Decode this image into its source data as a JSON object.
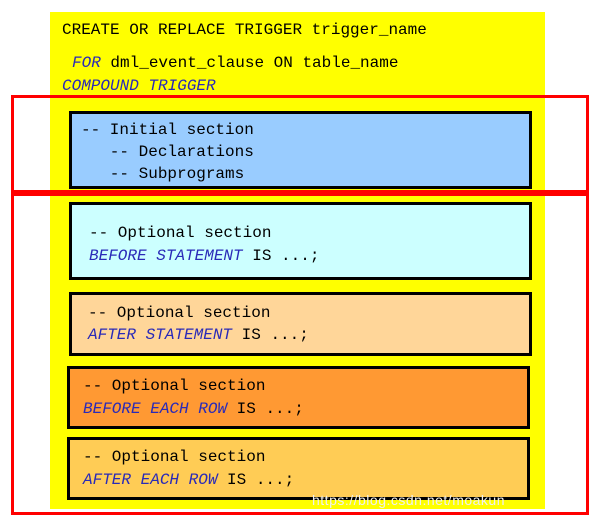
{
  "header": {
    "line1": "CREATE OR REPLACE TRIGGER trigger_name",
    "line2_keyword": "FOR",
    "line2_rest": " dml_event_clause ON table_name",
    "line3_keyword": "COMPOUND TRIGGER"
  },
  "sections": [
    {
      "id": "initial",
      "color": "#99ccff",
      "lines": [
        "-- Initial section",
        "   -- Declarations",
        "   -- Subprograms"
      ]
    },
    {
      "id": "before-statement",
      "color": "#ccffff",
      "comment": "-- Optional section",
      "keyword": "BEFORE STATEMENT",
      "rest": " IS ...;"
    },
    {
      "id": "after-statement",
      "color": "#ffd699",
      "comment": "-- Optional section",
      "keyword": "AFTER STATEMENT",
      "rest": " IS ...;"
    },
    {
      "id": "before-each-row",
      "color": "#ff9933",
      "comment": "-- Optional section",
      "keyword": "BEFORE EACH ROW",
      "rest": " IS ...;"
    },
    {
      "id": "after-each-row",
      "color": "#ffcc55",
      "comment": "-- Optional section",
      "keyword": "AFTER EACH ROW",
      "rest": " IS ...;"
    }
  ],
  "colors": {
    "panel": "#ffff00",
    "highlight_frame": "#ff0000",
    "keyword": "#2a2ab8"
  },
  "watermark": "https://blog.csdn.net/moakun"
}
